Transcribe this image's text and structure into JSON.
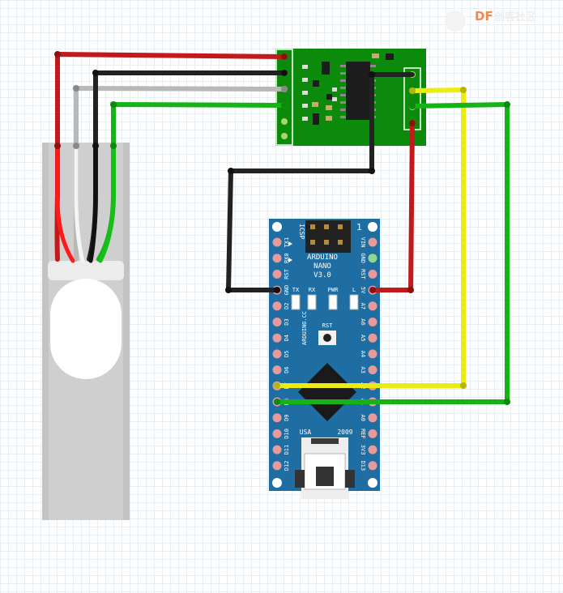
{
  "watermark": {
    "brand": "DF",
    "suffix": "创客社区"
  },
  "nano": {
    "icsp": "ICSP",
    "num": "1",
    "name": "ARDUINO",
    "model": "NANO",
    "version": "V3.0",
    "leds": [
      "TX",
      "RX",
      "PWR",
      "L"
    ],
    "site": "ARDUINO.CC",
    "rst": "RST",
    "usa": "USA",
    "year": "2009",
    "left_pins": [
      "TX1",
      "RX0",
      "RST",
      "GND",
      "D2",
      "D3",
      "D4",
      "D5",
      "D6",
      "D7",
      "D8",
      "D9",
      "D10",
      "D11",
      "D12"
    ],
    "right_pins": [
      "VIN",
      "GND",
      "RST",
      "5V",
      "A7",
      "A6",
      "A5",
      "A4",
      "A3",
      "A2",
      "A1",
      "A0",
      "REF",
      "3V3",
      "D13"
    ]
  },
  "colors": {
    "board_blue": "#1f6ea3",
    "hx711_green": "#0c8a0c",
    "wire_red": "#c21a1a",
    "wire_black": "#222222",
    "wire_white": "#b8b8b8",
    "wire_green": "#16b316",
    "wire_yellow": "#ecec10",
    "load_cell": "#cfcfcf"
  }
}
